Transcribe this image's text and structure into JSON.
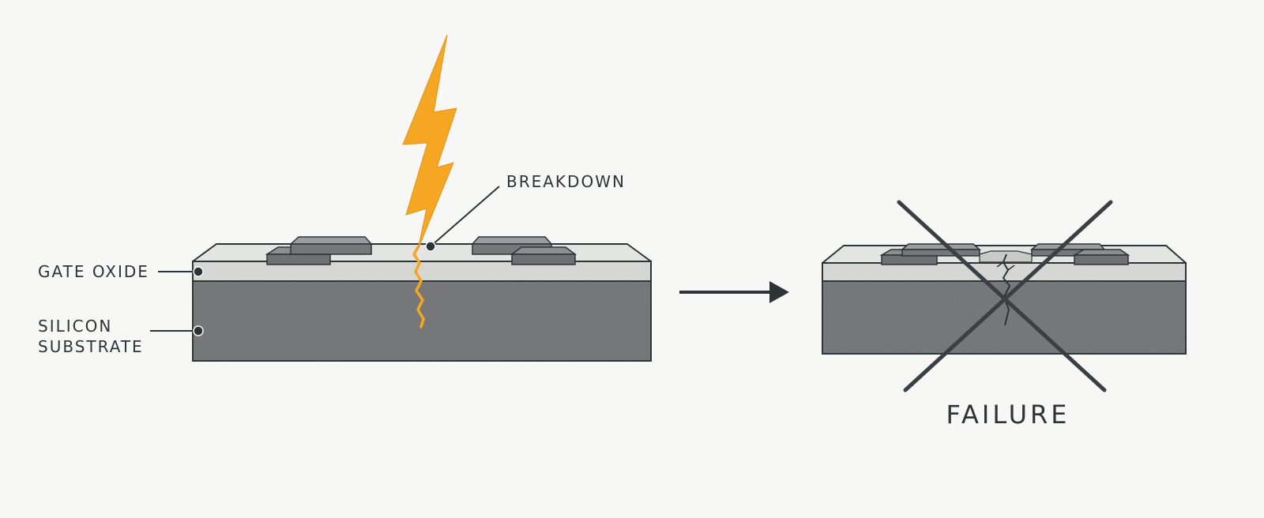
{
  "labels": {
    "gate_oxide": "GATE OXIDE",
    "silicon_line1": "SILICON",
    "silicon_line2": "SUBSTRATE",
    "breakdown": "BREAKDOWN",
    "failure": "FAILURE"
  },
  "colors": {
    "background": "#f7f7f6",
    "oxide": "#d6d6d4",
    "oxide_top": "#e6e6e4",
    "substrate": "#737577",
    "electrode": "#6e7073",
    "electrode_top": "#8a8c8e",
    "outline": "#2e3338",
    "lightning": "#f5a623",
    "cross": "#3a3f44"
  }
}
